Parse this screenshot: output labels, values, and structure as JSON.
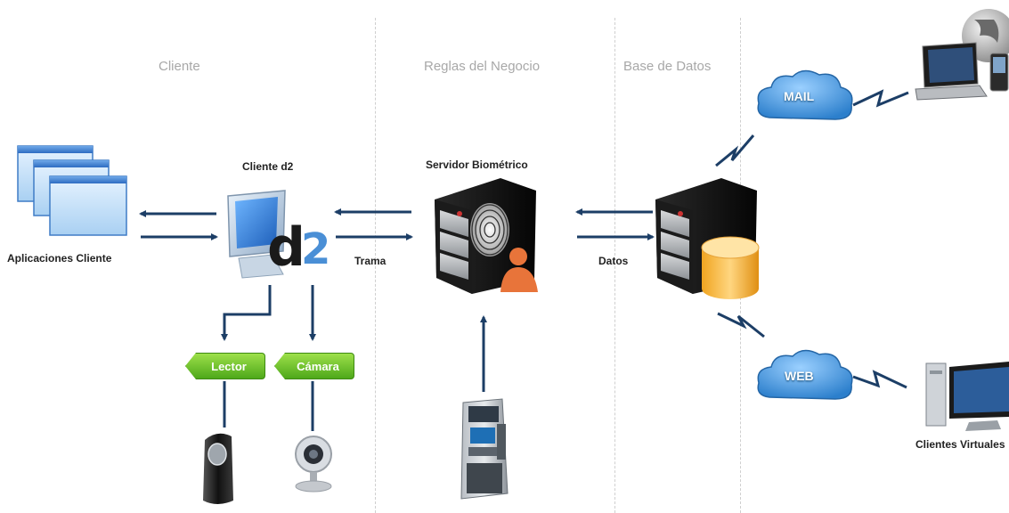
{
  "sections": {
    "cliente": "Cliente",
    "reglas": "Reglas del Negocio",
    "base_datos": "Base de Datos"
  },
  "labels": {
    "aplicaciones": "Aplicaciones Cliente",
    "cliente_d2": "Cliente d2",
    "servidor": "Servidor Biométrico",
    "trama": "Trama",
    "datos": "Datos",
    "clientes_virtuales": "Clientes Virtuales"
  },
  "tags": {
    "lector": "Lector",
    "camara": "Cámara"
  },
  "clouds": {
    "mail": "MAIL",
    "web": "WEB"
  },
  "logo_text": "d2",
  "colors": {
    "arrow": "#1c3e66",
    "green_tag": "#5cb923",
    "cloud": "#4a9bd6",
    "section_text": "#a8a8a8"
  }
}
